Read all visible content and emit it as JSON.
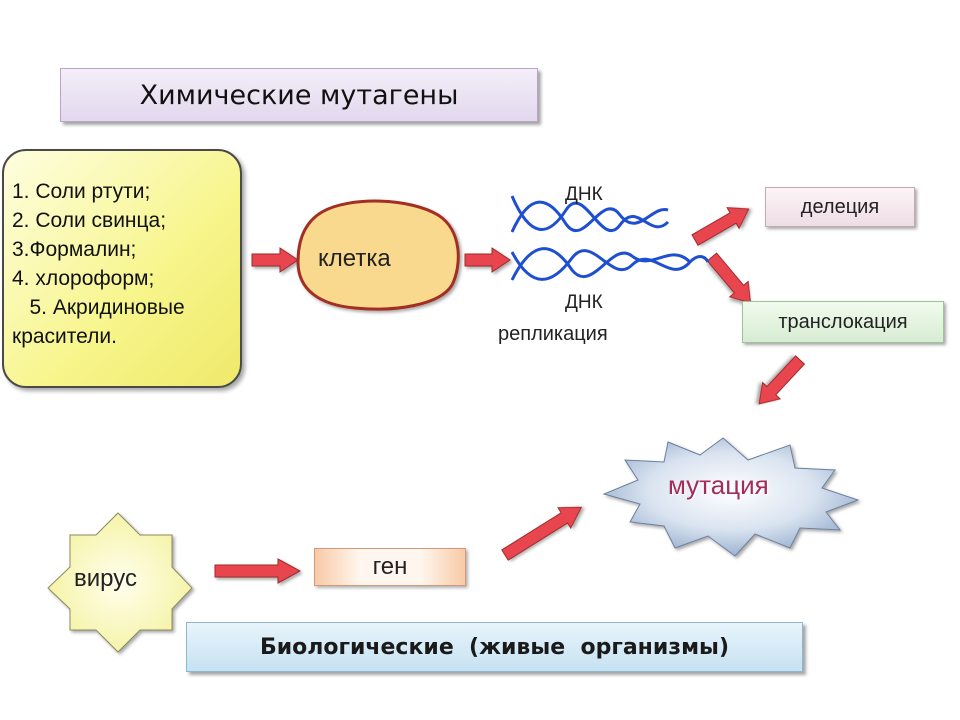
{
  "title": "Химические мутагены",
  "chemicals": [
    "1. Соли ртути;",
    "2. Соли свинца;",
    "3.Формалин;",
    "4. хлороформ;",
    "   5. Акридиновые",
    "красители."
  ],
  "cell_label": "клетка",
  "dna_top_label": "ДНК",
  "dna_bottom_label": "ДНК",
  "replication_label": "репликация",
  "deletion_label": "делеция",
  "translocation_label": "транслокация",
  "mutation_label": "мутация",
  "virus_label": "вирус",
  "gene_label": "ген",
  "bio_label": "Биологические  (живые  организмы)",
  "colors": {
    "arrow": "#e8454f",
    "dna": "#1f4fd1",
    "cell_fill": "#f9d98e",
    "cell_border": "#a32d22"
  }
}
